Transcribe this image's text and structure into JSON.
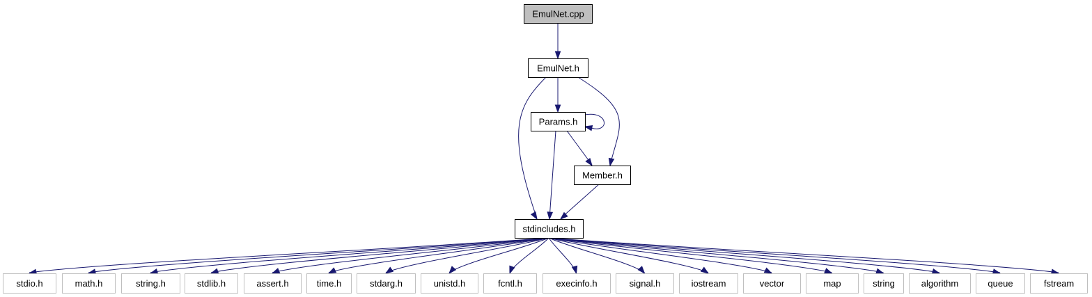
{
  "colors": {
    "edge": "#191970",
    "main_fill": "#bfbfbf",
    "main_border": "#000000",
    "project_border": "#000000",
    "external_border": "#bfbfbf",
    "text": "#000000"
  },
  "nodes": [
    {
      "id": "emulnet_cpp",
      "label": "EmulNet.cpp",
      "kind": "main"
    },
    {
      "id": "emulnet_h",
      "label": "EmulNet.h",
      "kind": "project"
    },
    {
      "id": "params_h",
      "label": "Params.h",
      "kind": "project"
    },
    {
      "id": "member_h",
      "label": "Member.h",
      "kind": "project"
    },
    {
      "id": "stdincludes_h",
      "label": "stdincludes.h",
      "kind": "project"
    },
    {
      "id": "stdio_h",
      "label": "stdio.h",
      "kind": "external"
    },
    {
      "id": "math_h",
      "label": "math.h",
      "kind": "external"
    },
    {
      "id": "string_h",
      "label": "string.h",
      "kind": "external"
    },
    {
      "id": "stdlib_h",
      "label": "stdlib.h",
      "kind": "external"
    },
    {
      "id": "assert_h",
      "label": "assert.h",
      "kind": "external"
    },
    {
      "id": "time_h",
      "label": "time.h",
      "kind": "external"
    },
    {
      "id": "stdarg_h",
      "label": "stdarg.h",
      "kind": "external"
    },
    {
      "id": "unistd_h",
      "label": "unistd.h",
      "kind": "external"
    },
    {
      "id": "fcntl_h",
      "label": "fcntl.h",
      "kind": "external"
    },
    {
      "id": "execinfo_h",
      "label": "execinfo.h",
      "kind": "external"
    },
    {
      "id": "signal_h",
      "label": "signal.h",
      "kind": "external"
    },
    {
      "id": "iostream",
      "label": "iostream",
      "kind": "external"
    },
    {
      "id": "vector",
      "label": "vector",
      "kind": "external"
    },
    {
      "id": "map",
      "label": "map",
      "kind": "external"
    },
    {
      "id": "string",
      "label": "string",
      "kind": "external"
    },
    {
      "id": "algorithm",
      "label": "algorithm",
      "kind": "external"
    },
    {
      "id": "queue",
      "label": "queue",
      "kind": "external"
    },
    {
      "id": "fstream",
      "label": "fstream",
      "kind": "external"
    }
  ],
  "edges": [
    {
      "from": "emulnet_cpp",
      "to": "emulnet_h"
    },
    {
      "from": "emulnet_h",
      "to": "params_h"
    },
    {
      "from": "emulnet_h",
      "to": "stdincludes_h"
    },
    {
      "from": "emulnet_h",
      "to": "member_h"
    },
    {
      "from": "params_h",
      "to": "params_h"
    },
    {
      "from": "params_h",
      "to": "member_h"
    },
    {
      "from": "params_h",
      "to": "stdincludes_h"
    },
    {
      "from": "member_h",
      "to": "stdincludes_h"
    },
    {
      "from": "stdincludes_h",
      "to": "stdio_h"
    },
    {
      "from": "stdincludes_h",
      "to": "math_h"
    },
    {
      "from": "stdincludes_h",
      "to": "string_h"
    },
    {
      "from": "stdincludes_h",
      "to": "stdlib_h"
    },
    {
      "from": "stdincludes_h",
      "to": "assert_h"
    },
    {
      "from": "stdincludes_h",
      "to": "time_h"
    },
    {
      "from": "stdincludes_h",
      "to": "stdarg_h"
    },
    {
      "from": "stdincludes_h",
      "to": "unistd_h"
    },
    {
      "from": "stdincludes_h",
      "to": "fcntl_h"
    },
    {
      "from": "stdincludes_h",
      "to": "execinfo_h"
    },
    {
      "from": "stdincludes_h",
      "to": "signal_h"
    },
    {
      "from": "stdincludes_h",
      "to": "iostream"
    },
    {
      "from": "stdincludes_h",
      "to": "vector"
    },
    {
      "from": "stdincludes_h",
      "to": "map"
    },
    {
      "from": "stdincludes_h",
      "to": "string"
    },
    {
      "from": "stdincludes_h",
      "to": "algorithm"
    },
    {
      "from": "stdincludes_h",
      "to": "queue"
    },
    {
      "from": "stdincludes_h",
      "to": "fstream"
    }
  ]
}
